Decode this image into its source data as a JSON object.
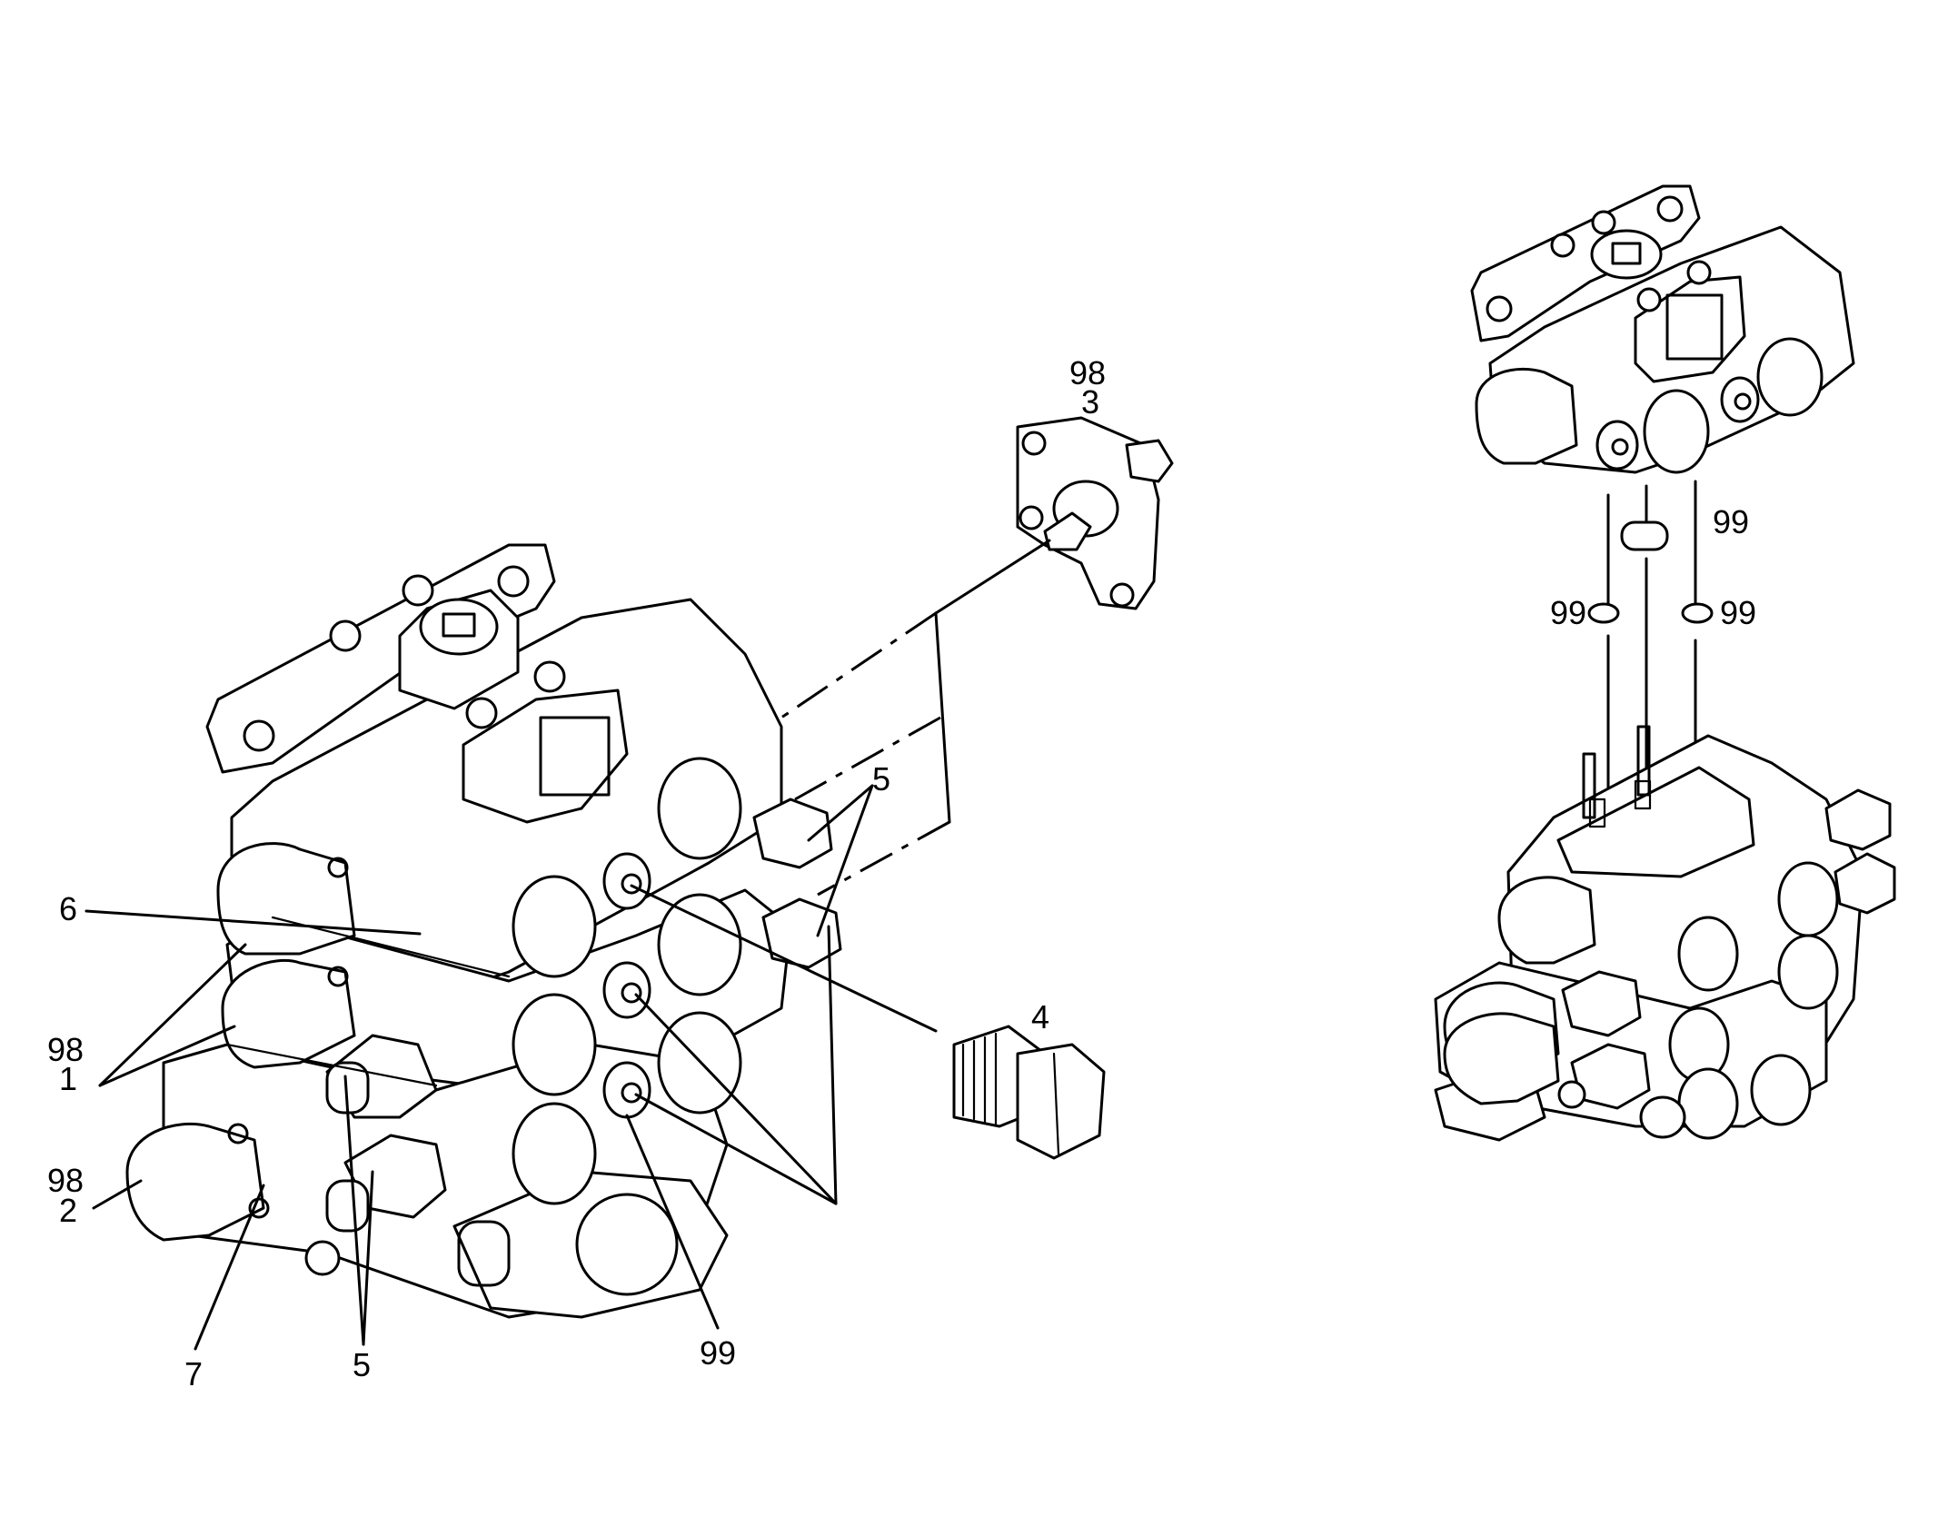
{
  "callouts": {
    "c98_top": "98",
    "c3": "3",
    "c5_right": "5",
    "c6": "6",
    "c98_left": "98",
    "c1": "1",
    "c98_bottom": "98",
    "c2": "2",
    "c4": "4",
    "c7": "7",
    "c5_bottom": "5",
    "c99_bottom": "99",
    "c99_a": "99",
    "c99_b": "99",
    "c99_c": "99"
  }
}
